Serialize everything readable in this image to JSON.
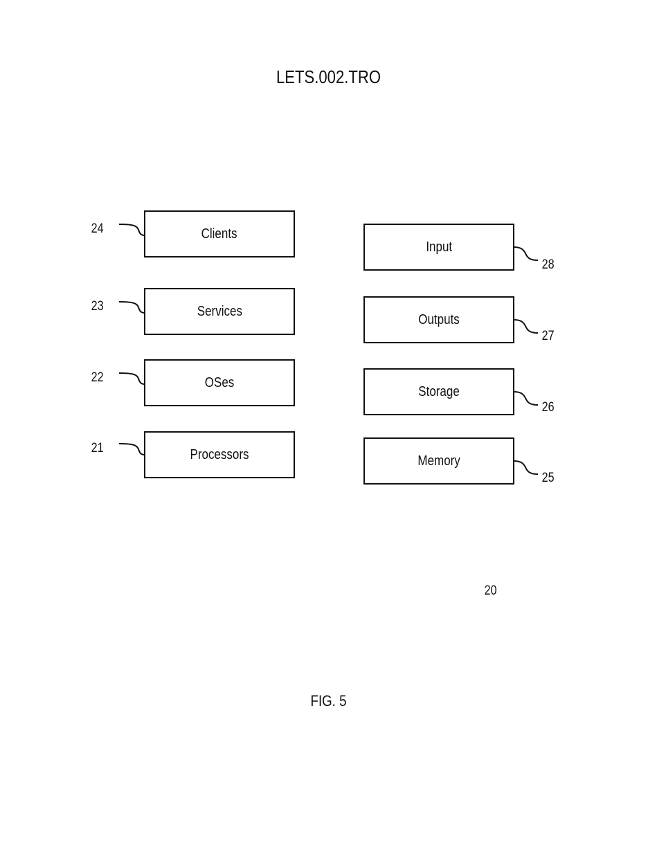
{
  "header": {
    "docket": "LETS.002.TRO"
  },
  "figure": {
    "label": "FIG. 5",
    "system_ref": "20"
  },
  "left_column": [
    {
      "label": "Clients",
      "ref": "24"
    },
    {
      "label": "Services",
      "ref": "23"
    },
    {
      "label": "OSes",
      "ref": "22"
    },
    {
      "label": "Processors",
      "ref": "21"
    }
  ],
  "right_column": [
    {
      "label": "Input",
      "ref": "28"
    },
    {
      "label": "Outputs",
      "ref": "27"
    },
    {
      "label": "Storage",
      "ref": "26"
    },
    {
      "label": "Memory",
      "ref": "25"
    }
  ]
}
